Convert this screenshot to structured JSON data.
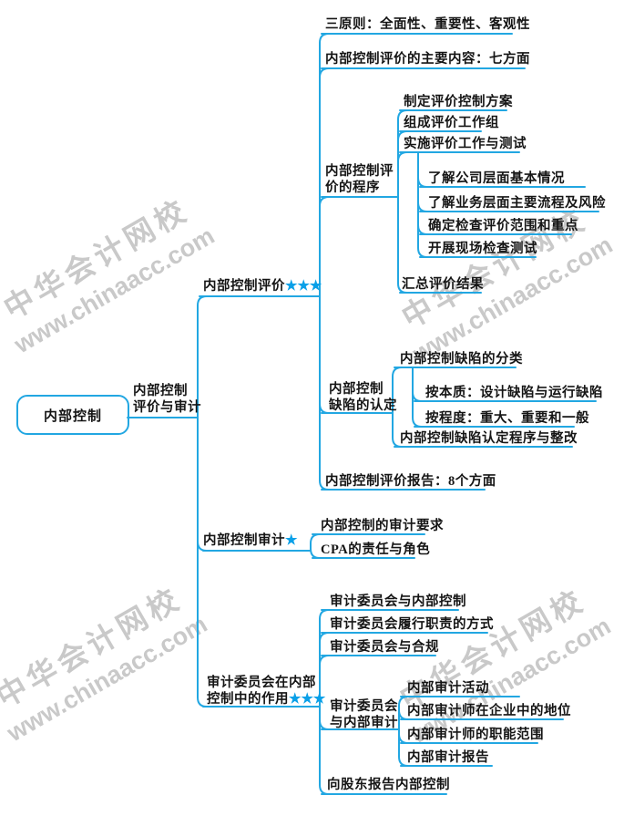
{
  "watermark": {
    "line1": "中华会计网校",
    "line2": "www.chinaacc.com"
  },
  "colors": {
    "line": "#22a7e2",
    "star": "#0aa0e8",
    "text": "#151515",
    "watermark": "#c9c9c9",
    "background": "#ffffff"
  },
  "nodes": {
    "root": {
      "label": "内部控制"
    },
    "l1": {
      "lines": [
        "内部控制",
        "评价与审计"
      ]
    },
    "a": {
      "label": "内部控制评价",
      "stars": "★★★"
    },
    "a1": {
      "label": "三原则：全面性、重要性、客观性"
    },
    "a2": {
      "label": "内部控制评价的主要内容：七方面"
    },
    "a3": {
      "lines": [
        "内部控制评",
        "价的程序"
      ]
    },
    "a3_1": {
      "label": "制定评价控制方案"
    },
    "a3_2": {
      "label": "组成评价工作组"
    },
    "a3_3": {
      "label": "实施评价工作与测试"
    },
    "s1": {
      "label": "了解公司层面基本情况"
    },
    "s2": {
      "label": "了解业务层面主要流程及风险"
    },
    "s3": {
      "label": "确定检查评价范围和重点"
    },
    "s4": {
      "label": "开展现场检查测试"
    },
    "a3_4": {
      "label": "汇总评价结果"
    },
    "a4": {
      "lines": [
        "内部控制",
        "缺陷的认定"
      ]
    },
    "a4_1": {
      "label": "内部控制缺陷的分类"
    },
    "a4_1_1": {
      "label": "按本质：设计缺陷与运行缺陷"
    },
    "a4_1_2": {
      "label": "按程度：重大、重要和一般"
    },
    "a4_2": {
      "label": "内部控制缺陷认定程序与整改"
    },
    "a5": {
      "label": "内部控制评价报告：8个方面"
    },
    "b": {
      "label": "内部控制审计",
      "stars": "★"
    },
    "b1": {
      "label": "内部控制的审计要求"
    },
    "b2": {
      "label": "CPA的责任与角色"
    },
    "c": {
      "lines": [
        "审计委员会在内部",
        "控制中的作用"
      ],
      "stars": "★★★"
    },
    "c1": {
      "label": "审计委员会与内部控制"
    },
    "c2": {
      "label": "审计委员会履行职责的方式"
    },
    "c3": {
      "label": "审计委员会与合规"
    },
    "c4": {
      "lines": [
        "审计委员会",
        "与内部审计"
      ]
    },
    "c4_1": {
      "label": "内部审计活动"
    },
    "c4_2": {
      "label": "内部审计师在企业中的地位"
    },
    "c4_3": {
      "label": "内部审计师的职能范围"
    },
    "c4_4": {
      "label": "内部审计报告"
    },
    "c5": {
      "label": "向股东报告内部控制"
    }
  }
}
